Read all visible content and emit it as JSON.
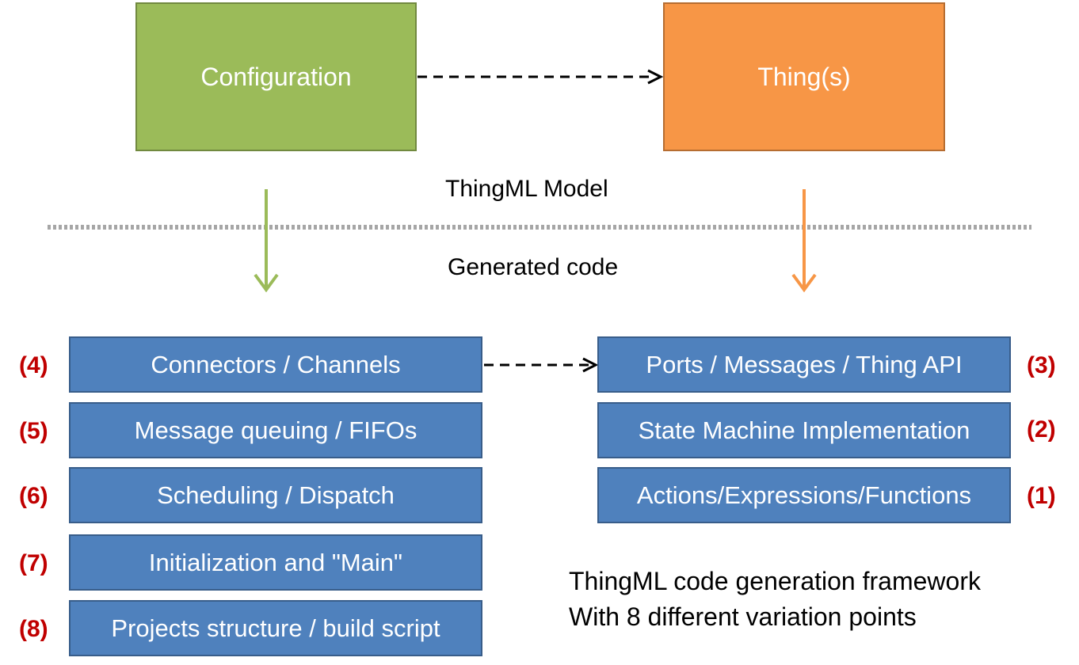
{
  "model": {
    "configuration": "Configuration",
    "things": "Thing(s)"
  },
  "section_labels": {
    "model": "ThingML Model",
    "generated": "Generated code"
  },
  "left_items": [
    {
      "num": "(4)",
      "label": "Connectors / Channels"
    },
    {
      "num": "(5)",
      "label": "Message queuing / FIFOs"
    },
    {
      "num": "(6)",
      "label": "Scheduling / Dispatch"
    },
    {
      "num": "(7)",
      "label": "Initialization and \"Main\""
    },
    {
      "num": "(8)",
      "label": "Projects structure / build script"
    }
  ],
  "right_items": [
    {
      "num": "(3)",
      "label": "Ports / Messages / Thing API"
    },
    {
      "num": "(2)",
      "label": "State Machine Implementation"
    },
    {
      "num": "(1)",
      "label": "Actions/Expressions/Functions"
    }
  ],
  "note": {
    "line1": "ThingML code generation framework",
    "line2": "With 8 different variation points"
  },
  "colors": {
    "configuration": "#9bbb59",
    "things": "#f79646",
    "generated_box": "#4f81bd",
    "variation_number": "#c00000",
    "separator": "#a6a6a6"
  }
}
